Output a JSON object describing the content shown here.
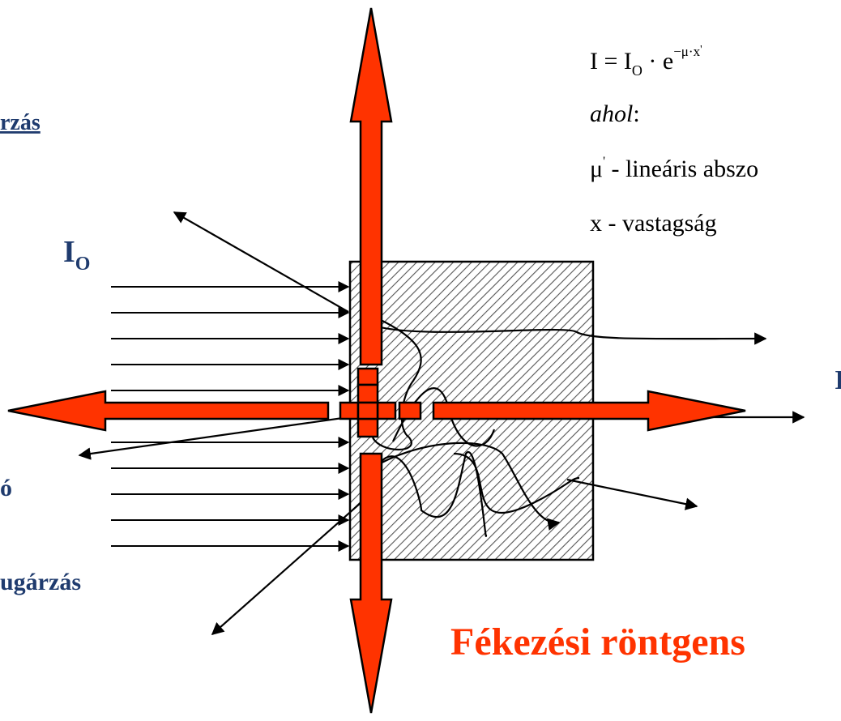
{
  "labels": {
    "sugarzas_top": "rzás",
    "io_main": "I",
    "io_sub": "O",
    "right_i": "I",
    "left_o": "ó",
    "left_bottom": "ugárzás",
    "fekezesi": "Fékezési röntgens"
  },
  "formula": {
    "line1_main": "I = I",
    "line1_sub": "O",
    "line1_rest": " · e",
    "line1_sup": "−μ·x",
    "line1_prime": "'",
    "line2": "ahol",
    "line2_colon": ":",
    "line3_mu": "μ",
    "line3_prime": "'",
    "line3_text": " - lineáris abszo",
    "line4": "x - vastagság"
  },
  "colors": {
    "arrow_fill": "#ff3300",
    "label_blue": "#1f3b6e",
    "title_red": "#ff3300",
    "hatch": "#555555"
  }
}
